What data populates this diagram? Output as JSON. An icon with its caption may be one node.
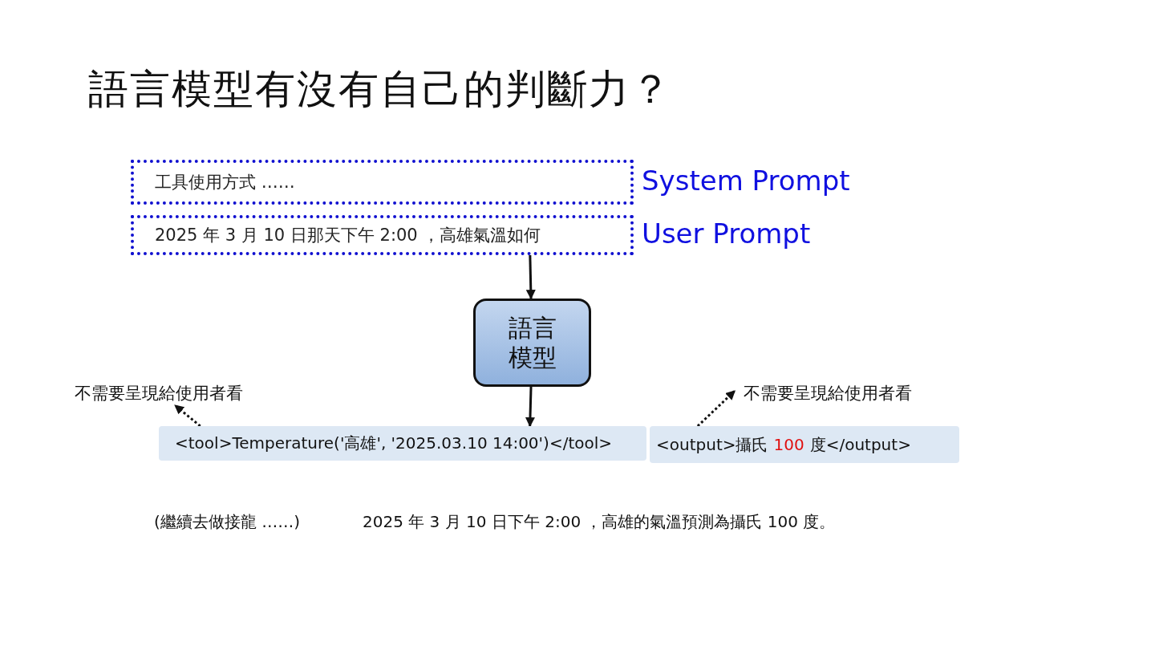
{
  "diagram": {
    "title": "語言模型有沒有自己的判斷力？",
    "nodes": [
      {
        "text": [
          "工具使用方式 ……"
        ],
        "beside": [
          "System Prompt"
        ]
      },
      {
        "text": [
          "2025 年 3 月 10 日那天下午 2:00 ，高雄氣溫如何"
        ],
        "beside": [
          "User Prompt"
        ]
      },
      {
        "text": [
          "語言模型"
        ]
      },
      {
        "text": [
          "<tool>Temperature('高雄', '2025.03.10 14:00')</tool>"
        ]
      },
      {
        "text": [
          "<output>攝氏",
          "100",
          "度</output>"
        ]
      },
      {
        "text": [
          "不需要呈現給使用者看"
        ]
      },
      {
        "text": [
          "不需要呈現給使用者看"
        ]
      }
    ],
    "edges": [
      {
        "from": 1,
        "to": 2,
        "arrow": "to"
      },
      {
        "from": 2,
        "to": 3,
        "arrow": "to"
      },
      {
        "from": 3,
        "to": 5,
        "arrow": "to",
        "style": "dashed"
      },
      {
        "from": 4,
        "to": 6,
        "arrow": "to",
        "style": "dashed"
      }
    ],
    "labels": [
      "(繼續去做接龍 ……)",
      "2025 年 3 月 10 日下午 2:00 ，高雄的氣溫預測為攝氏 100 度。"
    ]
  }
}
